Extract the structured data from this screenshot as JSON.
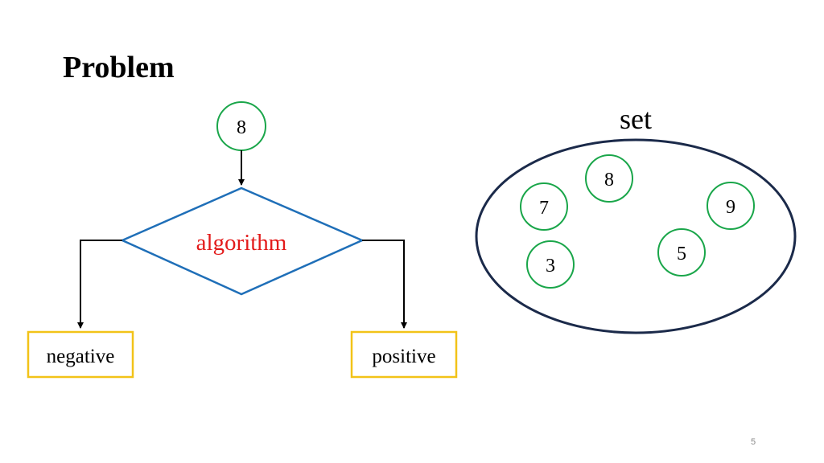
{
  "slide": {
    "title": "Problem",
    "page_number": "5"
  },
  "flowchart": {
    "input": "8",
    "decision": "algorithm",
    "outputs": {
      "left": "negative",
      "right": "positive"
    }
  },
  "set": {
    "label": "set",
    "elements": [
      "8",
      "7",
      "9",
      "5",
      "3"
    ]
  },
  "colors": {
    "node_circle": "#1aa64a",
    "decision_border": "#1f6fb8",
    "decision_text": "#e31b1b",
    "output_box": "#f2c318",
    "set_ellipse": "#1b2a4a",
    "arrow": "#000000"
  }
}
